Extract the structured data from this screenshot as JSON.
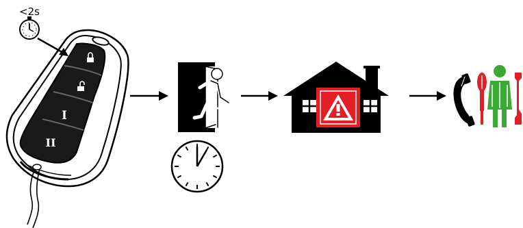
{
  "timer_label": "<2s",
  "keyfob": {
    "button_i": "I",
    "button_ii": "II",
    "arm_icon": "padlock-closed-icon",
    "disarm_icon": "padlock-open-icon"
  },
  "steps": [
    {
      "icon": "exit-door-running-person-icon"
    },
    {
      "icon": "clock-exit-delay-icon"
    },
    {
      "icon": "house-alarm-warning-icon"
    },
    {
      "icon": "phone-and-technician-icon"
    }
  ],
  "colors": {
    "ink": "#000000",
    "alarm_red": "#e31e24",
    "technician_green": "#3aa935"
  }
}
